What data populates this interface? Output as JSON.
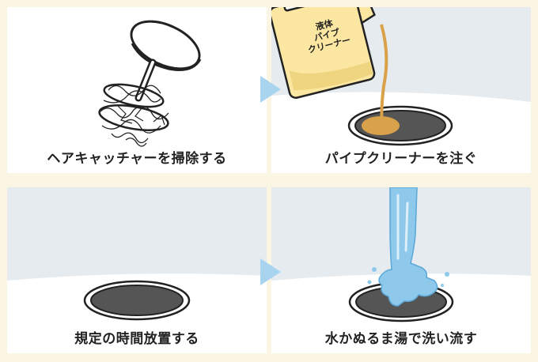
{
  "steps": [
    {
      "caption": "ヘアキャッチャーを掃除する"
    },
    {
      "caption": "パイプクリーナーを注ぐ",
      "bottle_label": [
        "液体",
        "パイプ",
        "クリーナー"
      ]
    },
    {
      "caption": "規定の時間放置する"
    },
    {
      "caption": "水かぬるま湯で洗い流す"
    }
  ],
  "colors": {
    "background": "#fbf6e4",
    "wall": "#e6ebef",
    "drain_dark": "#555555",
    "cleaner": "#d9a24a",
    "bottle": "#fbe7a2",
    "water": "#8ec9ec",
    "arrow": "#a9d4f0"
  },
  "icons": [
    "hair-catcher-icon",
    "cleaner-bottle-icon",
    "drain-icon",
    "water-stream-icon",
    "arrow-right-icon"
  ]
}
